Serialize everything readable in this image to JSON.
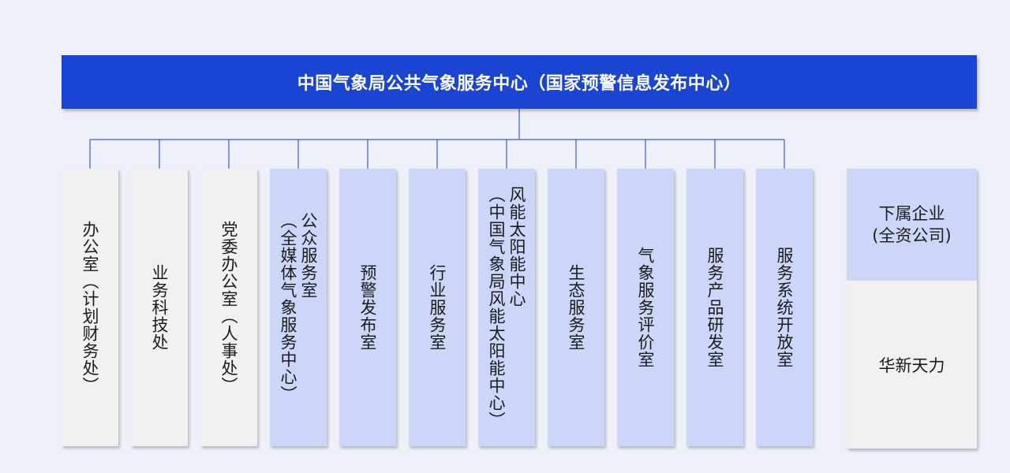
{
  "org_chart": {
    "root": {
      "label": "中国气象局公共气象服务中心（国家预警信息发布中心）"
    },
    "departments": [
      {
        "label": "办公室（计划财务处）",
        "style": "gray"
      },
      {
        "label": "业务科技处",
        "style": "gray"
      },
      {
        "label": "党委办公室（人事处）",
        "style": "gray"
      },
      {
        "label": "公众服务室\n（全媒体气象服务中心）",
        "style": "blue"
      },
      {
        "label": "预警发布室",
        "style": "blue"
      },
      {
        "label": "行业服务室",
        "style": "blue"
      },
      {
        "label": "风能太阳能中心\n（中国气象局风能太阳能中心）",
        "style": "blue"
      },
      {
        "label": "生态服务室",
        "style": "blue"
      },
      {
        "label": "气象服务评价室",
        "style": "blue"
      },
      {
        "label": "服务产品研发室",
        "style": "blue"
      },
      {
        "label": "服务系统开放室",
        "style": "blue"
      }
    ],
    "subsidiary": {
      "title_line1": "下属企业",
      "title_line2": "(全资公司)",
      "company": "华新天力"
    }
  },
  "colors": {
    "root_bg": "#1a45d3",
    "connector": "#3b5bd6",
    "dept_gray": "#f1f1f1",
    "dept_blue": "#ccd6f8",
    "page_bg": "#eef1f9"
  }
}
